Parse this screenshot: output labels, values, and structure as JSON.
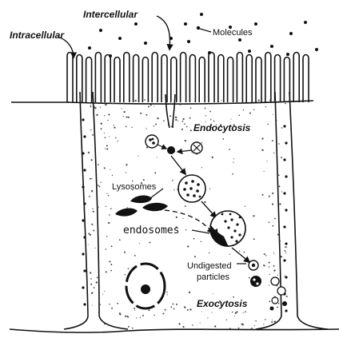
{
  "labels": {
    "intercellular": "Intercellular",
    "intracellular": "Intracellular",
    "molecules": "Molecules",
    "endocytosis": "Endocytosis",
    "lysosomes": "Lysosomes",
    "endosomes": "endosomes",
    "undigested_line1": "Undigested",
    "undigested_line2": "particles",
    "exocytosis": "Exocytosis"
  }
}
